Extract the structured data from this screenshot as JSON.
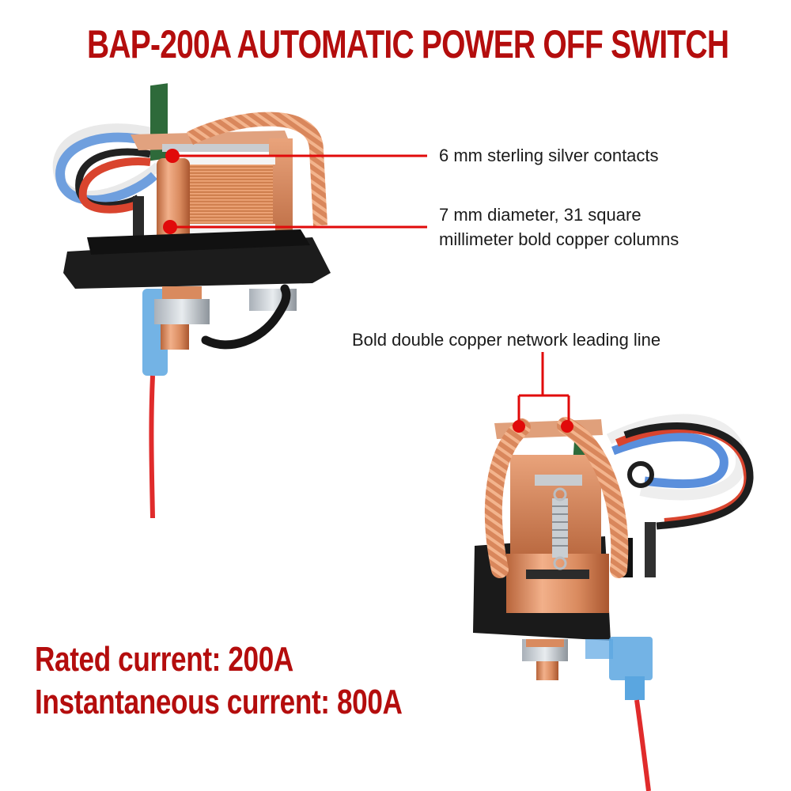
{
  "title": "BAP-200A AUTOMATIC POWER OFF SWITCH",
  "callouts": [
    {
      "id": "contacts",
      "lines": [
        "6 mm sterling silver contacts"
      ]
    },
    {
      "id": "columns",
      "lines": [
        "7 mm diameter, 31 square",
        "millimeter bold copper columns"
      ]
    },
    {
      "id": "network",
      "lines": [
        "Bold double copper network leading line"
      ]
    }
  ],
  "specs": {
    "rated_current": "Rated current: 200A",
    "instantaneous_current": "Instantaneous current: 800A"
  },
  "colors": {
    "brand_red": "#b40d0d",
    "callout_line": "#e10a0a",
    "copper": "#d98a5e",
    "base_black": "#1c1c1c",
    "connector_blue": "#5aa6e0"
  }
}
